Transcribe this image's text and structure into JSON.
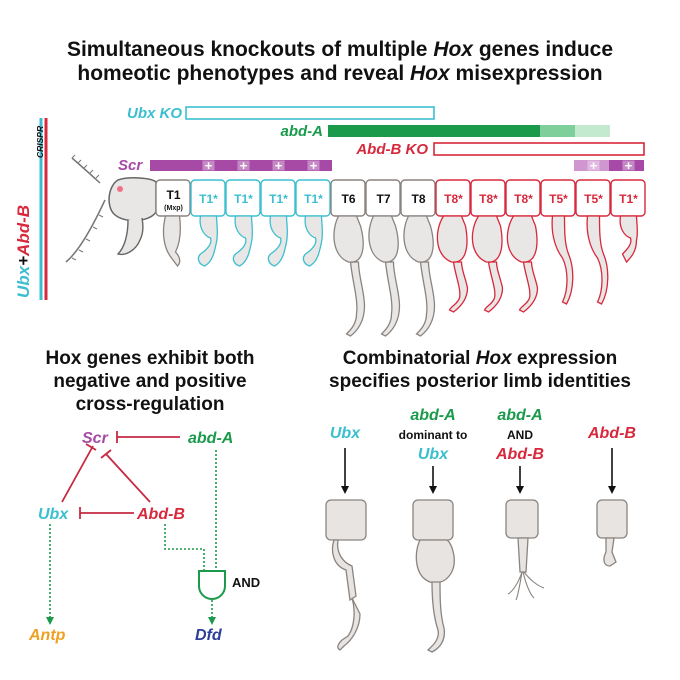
{
  "title": {
    "line1": [
      "Simultaneous knockouts of multiple ",
      "Hox",
      " genes induce"
    ],
    "line2": [
      "homeotic phenotypes and reveal ",
      "Hox",
      " misexpression"
    ]
  },
  "side_label": {
    "ubx": "Ubx",
    "plus": "+",
    "abdb": "Abd-B",
    "crispr": "CRISPR"
  },
  "expression_bars": {
    "ubx_ko": "Ubx KO",
    "abd_a": "abd-A",
    "abd_b_ko": "Abd-B KO",
    "scr": "Scr",
    "plus_glyph": "+"
  },
  "segments": [
    {
      "label": "T1",
      "sub": "(Mxp)",
      "type": "normal"
    },
    {
      "label": "T1*",
      "sub": "",
      "type": "ubx"
    },
    {
      "label": "T1*",
      "sub": "",
      "type": "ubx"
    },
    {
      "label": "T1*",
      "sub": "",
      "type": "ubx"
    },
    {
      "label": "T1*",
      "sub": "",
      "type": "ubx"
    },
    {
      "label": "T6",
      "sub": "",
      "type": "normal"
    },
    {
      "label": "T7",
      "sub": "",
      "type": "normal"
    },
    {
      "label": "T8",
      "sub": "",
      "type": "normal"
    },
    {
      "label": "T8*",
      "sub": "",
      "type": "abdb"
    },
    {
      "label": "T8*",
      "sub": "",
      "type": "abdb"
    },
    {
      "label": "T8*",
      "sub": "",
      "type": "abdb"
    },
    {
      "label": "T5*",
      "sub": "",
      "type": "abdb"
    },
    {
      "label": "T5*",
      "sub": "",
      "type": "abdb"
    },
    {
      "label": "T1*",
      "sub": "",
      "type": "abdb"
    }
  ],
  "regulation": {
    "title": [
      "Hox genes exhibit both",
      "negative and positive",
      "cross-regulation"
    ],
    "scr": "Scr",
    "abd_a": "abd-A",
    "ubx": "Ubx",
    "abd_b": "Abd-B",
    "antp": "Antp",
    "dfd": "Dfd",
    "and": "AND"
  },
  "combinatorial": {
    "title": [
      "Combinatorial ",
      "Hox",
      " expression",
      "specifies posterior limb identities"
    ],
    "col1": {
      "gene": "Ubx"
    },
    "col2": {
      "gene": "abd-A",
      "middle": "dominant to",
      "gene2": "Ubx"
    },
    "col3": {
      "gene": "abd-A",
      "middle": "AND",
      "gene2": "Abd-B"
    },
    "col4": {
      "gene": "Abd-B"
    }
  },
  "colors": {
    "cyan": "#3bbfd0",
    "green": "#1a9a4a",
    "red": "#d8283c",
    "magenta": "#a64aa6",
    "orange": "#f0a020",
    "blue": "#2d3f9a",
    "limb_fill": "#e7e4e2",
    "limb_stroke": "#8a8480"
  }
}
